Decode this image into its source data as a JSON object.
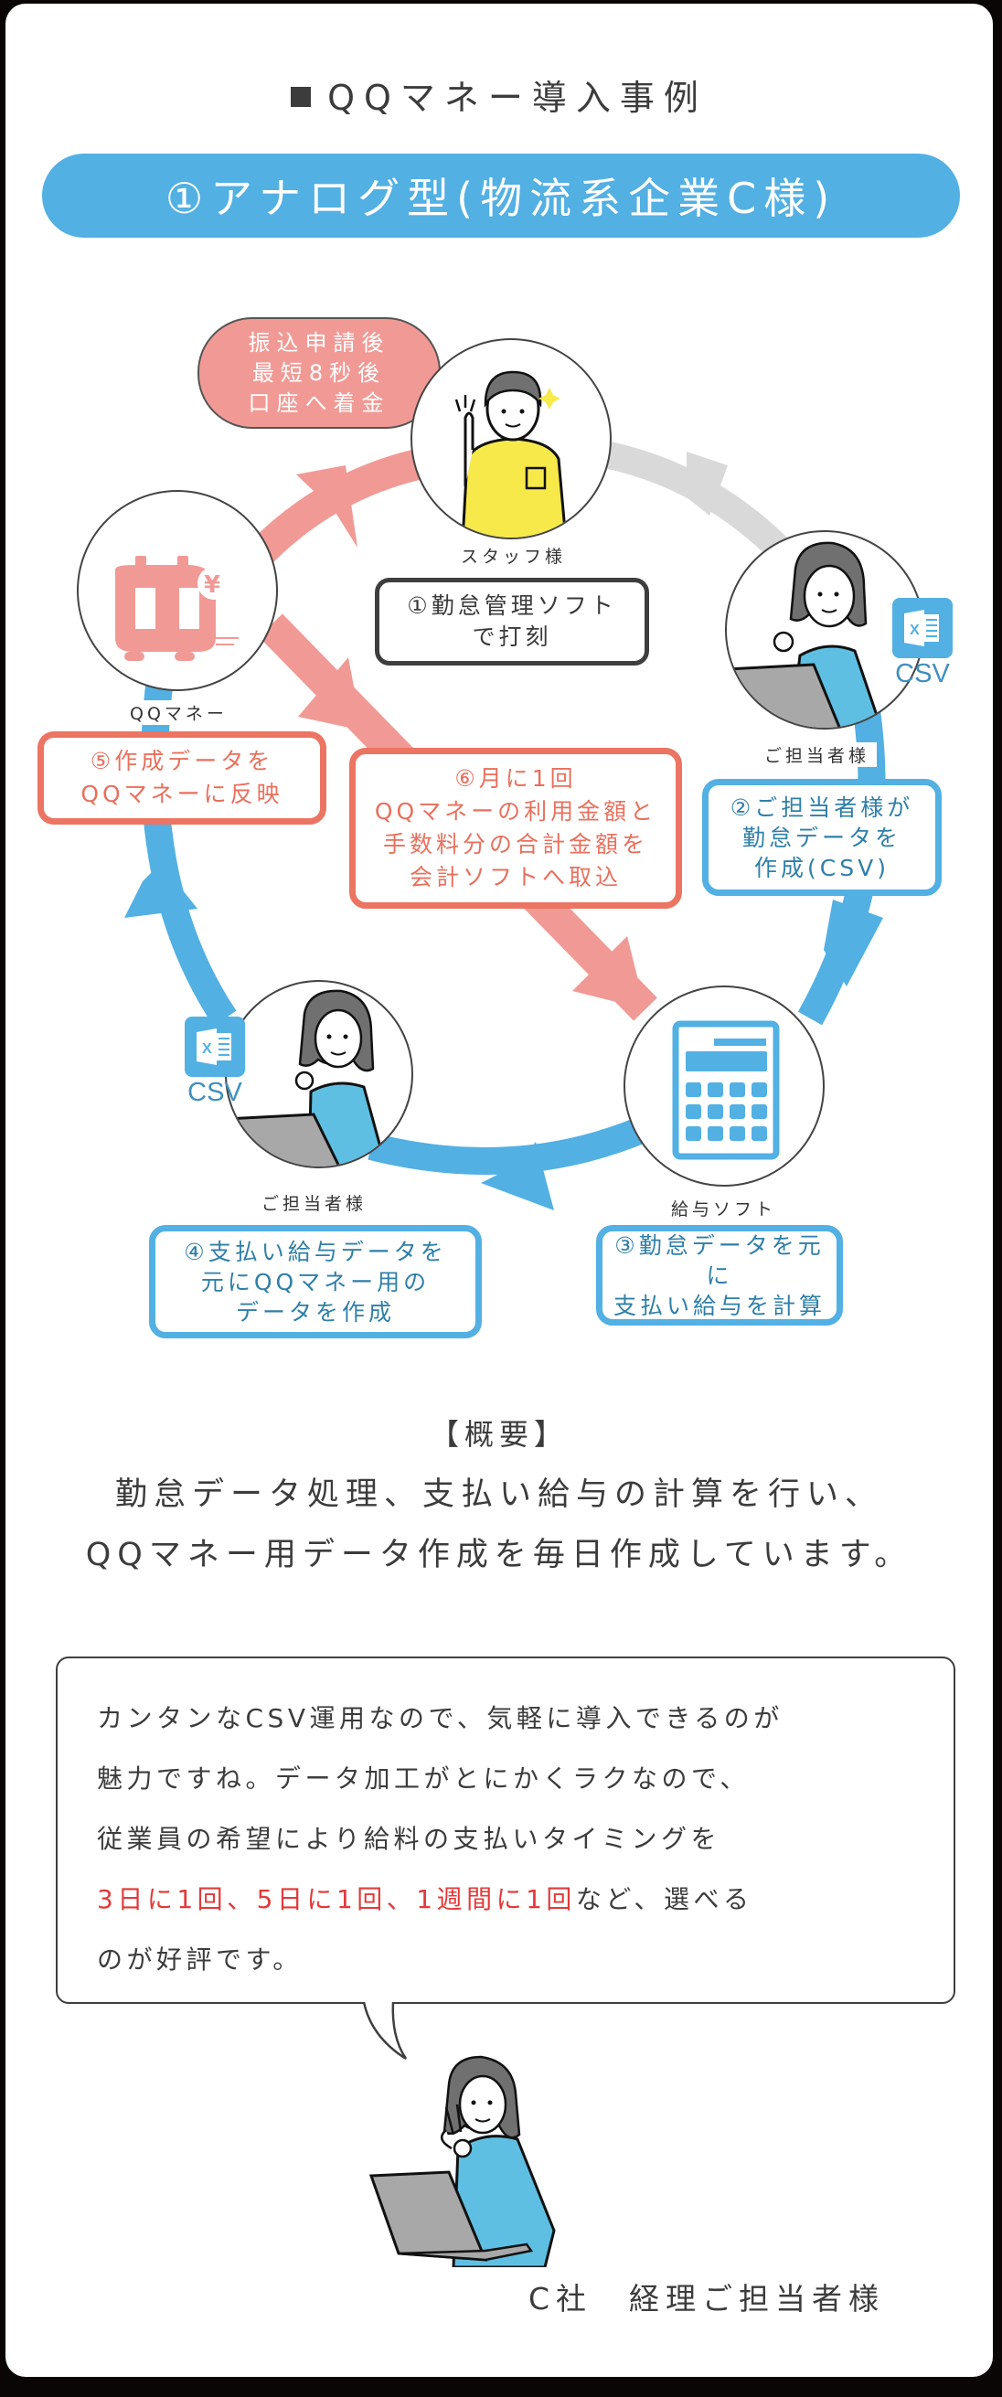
{
  "header": {
    "section_title": "QQマネー導入事例",
    "case_title": "①アナログ型(物流系企業C様)"
  },
  "diagram": {
    "colors": {
      "red_flow": "#f19a95",
      "red_border": "#ec7462",
      "blue_flow": "#52b0e3",
      "gray_flow": "#d9d9d9",
      "dark_border": "#3e3e3e",
      "staff_shirt": "#f7e94a",
      "manager_sweater": "#5fbfe2"
    },
    "callout": {
      "lines": [
        "振込申請後",
        "最短8秒後",
        "口座へ着金"
      ]
    },
    "nodes": [
      {
        "id": "staff",
        "label": "スタッフ様",
        "icon": "staff-person-icon"
      },
      {
        "id": "manager_top",
        "label": "ご担当者様",
        "icon": "manager-laptop-icon",
        "badge": "CSV"
      },
      {
        "id": "payroll",
        "label": "給与ソフト",
        "icon": "calculator-icon"
      },
      {
        "id": "manager_bottom",
        "label": "ご担当者様",
        "icon": "manager-laptop-icon",
        "badge": "CSV"
      },
      {
        "id": "qqmoney",
        "label": "QQマネー",
        "icon": "qq-money-logo-icon"
      }
    ],
    "steps": [
      {
        "no": "①",
        "lines": [
          "①勤怠管理ソフト",
          "で打刻"
        ]
      },
      {
        "no": "②",
        "lines": [
          "②ご担当者様が",
          "勤怠データを",
          "作成(CSV)"
        ]
      },
      {
        "no": "③",
        "lines": [
          "③勤怠データを元に",
          "支払い給与を計算"
        ]
      },
      {
        "no": "④",
        "lines": [
          "④支払い給与データを",
          "元にQQマネー用の",
          "データを作成"
        ]
      },
      {
        "no": "⑤",
        "lines": [
          "⑤作成データを",
          "QQマネーに反映"
        ]
      },
      {
        "no": "⑥",
        "lines": [
          "⑥月に1回",
          "QQマネーの利用金額と",
          "手数料分の合計金額を",
          "会計ソフトへ取込"
        ]
      }
    ],
    "csv_label": "CSV",
    "excel_glyph": "X"
  },
  "summary": {
    "heading": "【概要】",
    "lines": [
      "勤怠データ処理、支払い給与の計算を行い、",
      "QQマネー用データ作成を毎日作成しています。"
    ]
  },
  "testimonial": {
    "line1": "カンタンなCSV運用なので、気軽に導入できるのが",
    "line2": "魅力ですね。データ加工がとにかくラクなので、",
    "line3": "従業員の希望により給料の支払いタイミングを",
    "line4_highlight": "3日に1回、5日に1回、1週間に1回",
    "line4_rest": "など、選べる",
    "line5": "のが好評です。",
    "highlight_color": "#e23a3a",
    "speaker": "C社　経理ご担当者様"
  }
}
